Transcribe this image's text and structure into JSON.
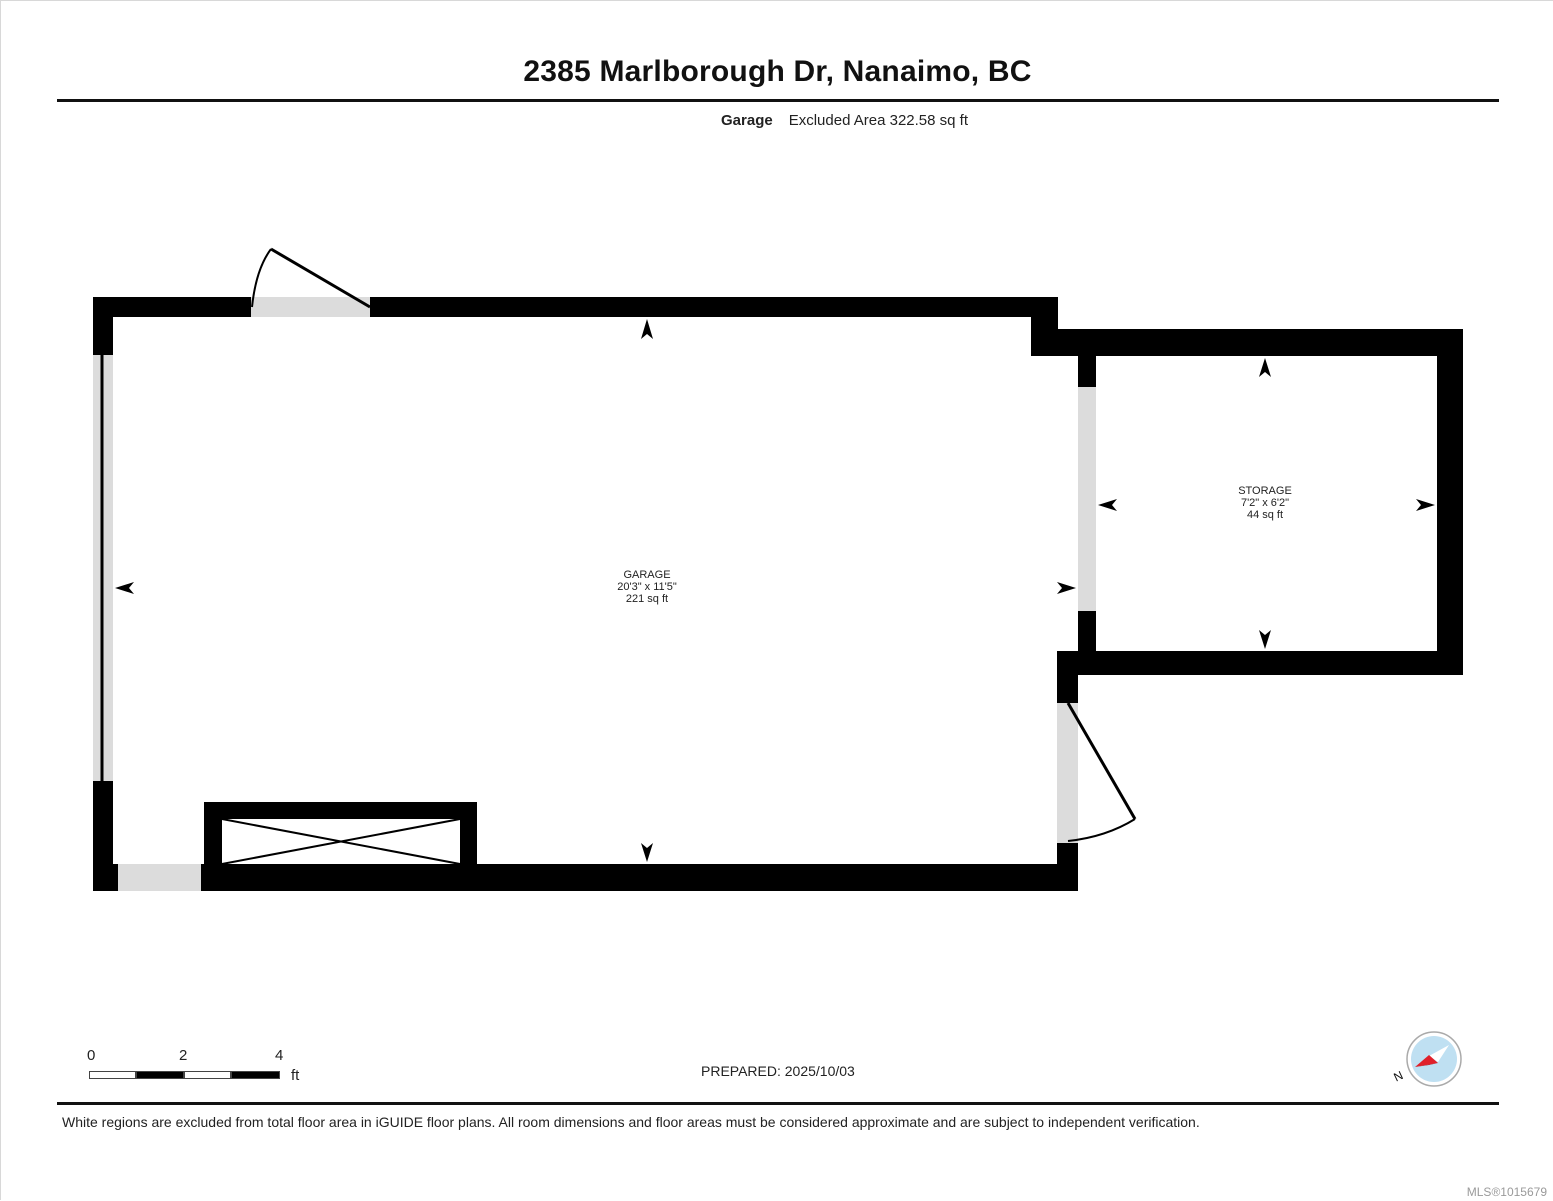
{
  "header": {
    "title": "2385 Marlborough Dr, Nanaimo, BC",
    "level_name": "Garage",
    "area_summary": "Excluded Area 322.58 sq ft"
  },
  "rooms": [
    {
      "name": "GARAGE",
      "dimensions": "20'3\" x 11'5\"",
      "area": "221 sq ft"
    },
    {
      "name": "STORAGE",
      "dimensions": "7'2\" x 6'2\"",
      "area": "44 sq ft"
    }
  ],
  "scale_bar": {
    "ticks": [
      "0",
      "2",
      "4"
    ],
    "unit": "ft"
  },
  "prepared": "PREPARED: 2025/10/03",
  "compass": {
    "icon": "north-compass-icon",
    "label": "N",
    "accent": "#e0202a",
    "dial": "#bfe0f2"
  },
  "disclaimer": "White regions are excluded from total floor area in iGUIDE floor plans. All room dimensions and floor areas must be considered approximate and are subject to independent verification.",
  "mls": "MLS®1015679",
  "colors": {
    "wall": "#000000",
    "opening": "#dcdcdc",
    "background": "#ffffff"
  }
}
